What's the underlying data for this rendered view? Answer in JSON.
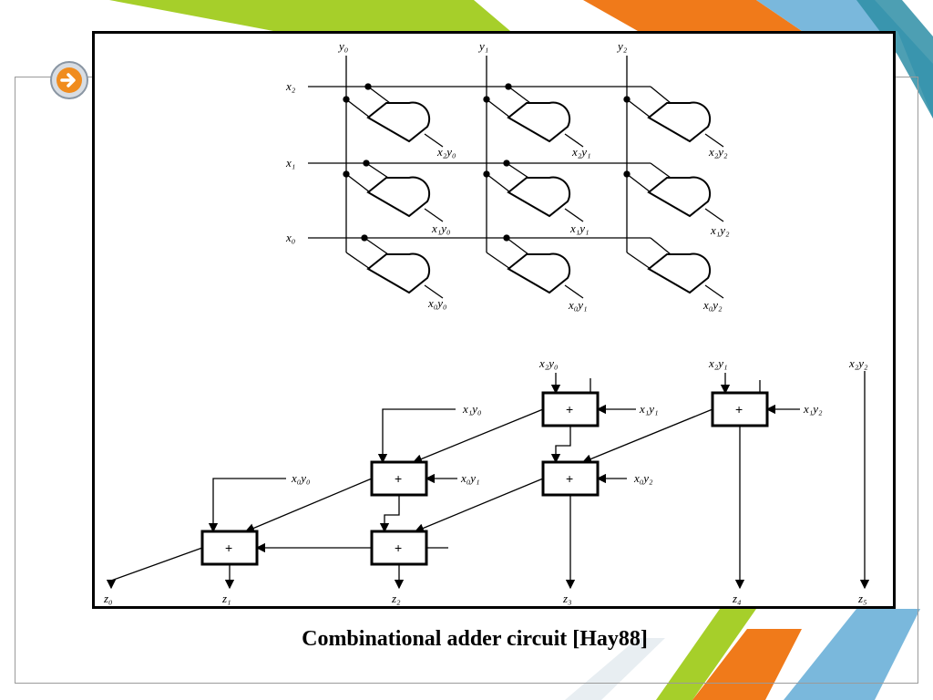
{
  "caption": "Combinational adder circuit [Hay88]",
  "colors": {
    "green": "#a6cf2a",
    "orange": "#f07a1a",
    "blue": "#7ab8dc",
    "teal": "#2e8ea6",
    "frame": "#9a9a9a",
    "nav_orange": "#f08c1e"
  },
  "nav_icon": "arrow-right-icon",
  "inputs": {
    "y0": "y₀",
    "y1": "y₁",
    "y2": "y₂",
    "x2": "x₂",
    "x1": "x₁",
    "x0": "x₀"
  },
  "products": {
    "x2y0": "x₂y₀",
    "x2y1": "x₂y₁",
    "x2y2": "x₂y₂",
    "x1y0": "x₁y₀",
    "x1y1": "x₁y₁",
    "x1y2": "x₁y₂",
    "x0y0": "x₀y₀",
    "x0y1": "x₀y₁",
    "x0y2": "x₀y₂"
  },
  "adder_inputs": {
    "x2y0": "x₂y₀",
    "x2y1": "x₂y₁",
    "x2y2": "x₂y₂",
    "x1y0": "x₁y₀",
    "x1y1": "x₁y₁",
    "x1y2": "x₁y₂",
    "x0y0": "x₀y₀",
    "x0y1": "x₀y₁",
    "x0y2": "x₀y₂"
  },
  "adder_symbol": "+",
  "outputs": {
    "z0": "z₀",
    "z1": "z₁",
    "z2": "z₂",
    "z3": "z₃",
    "z4": "z₄",
    "z5": "z₅"
  }
}
